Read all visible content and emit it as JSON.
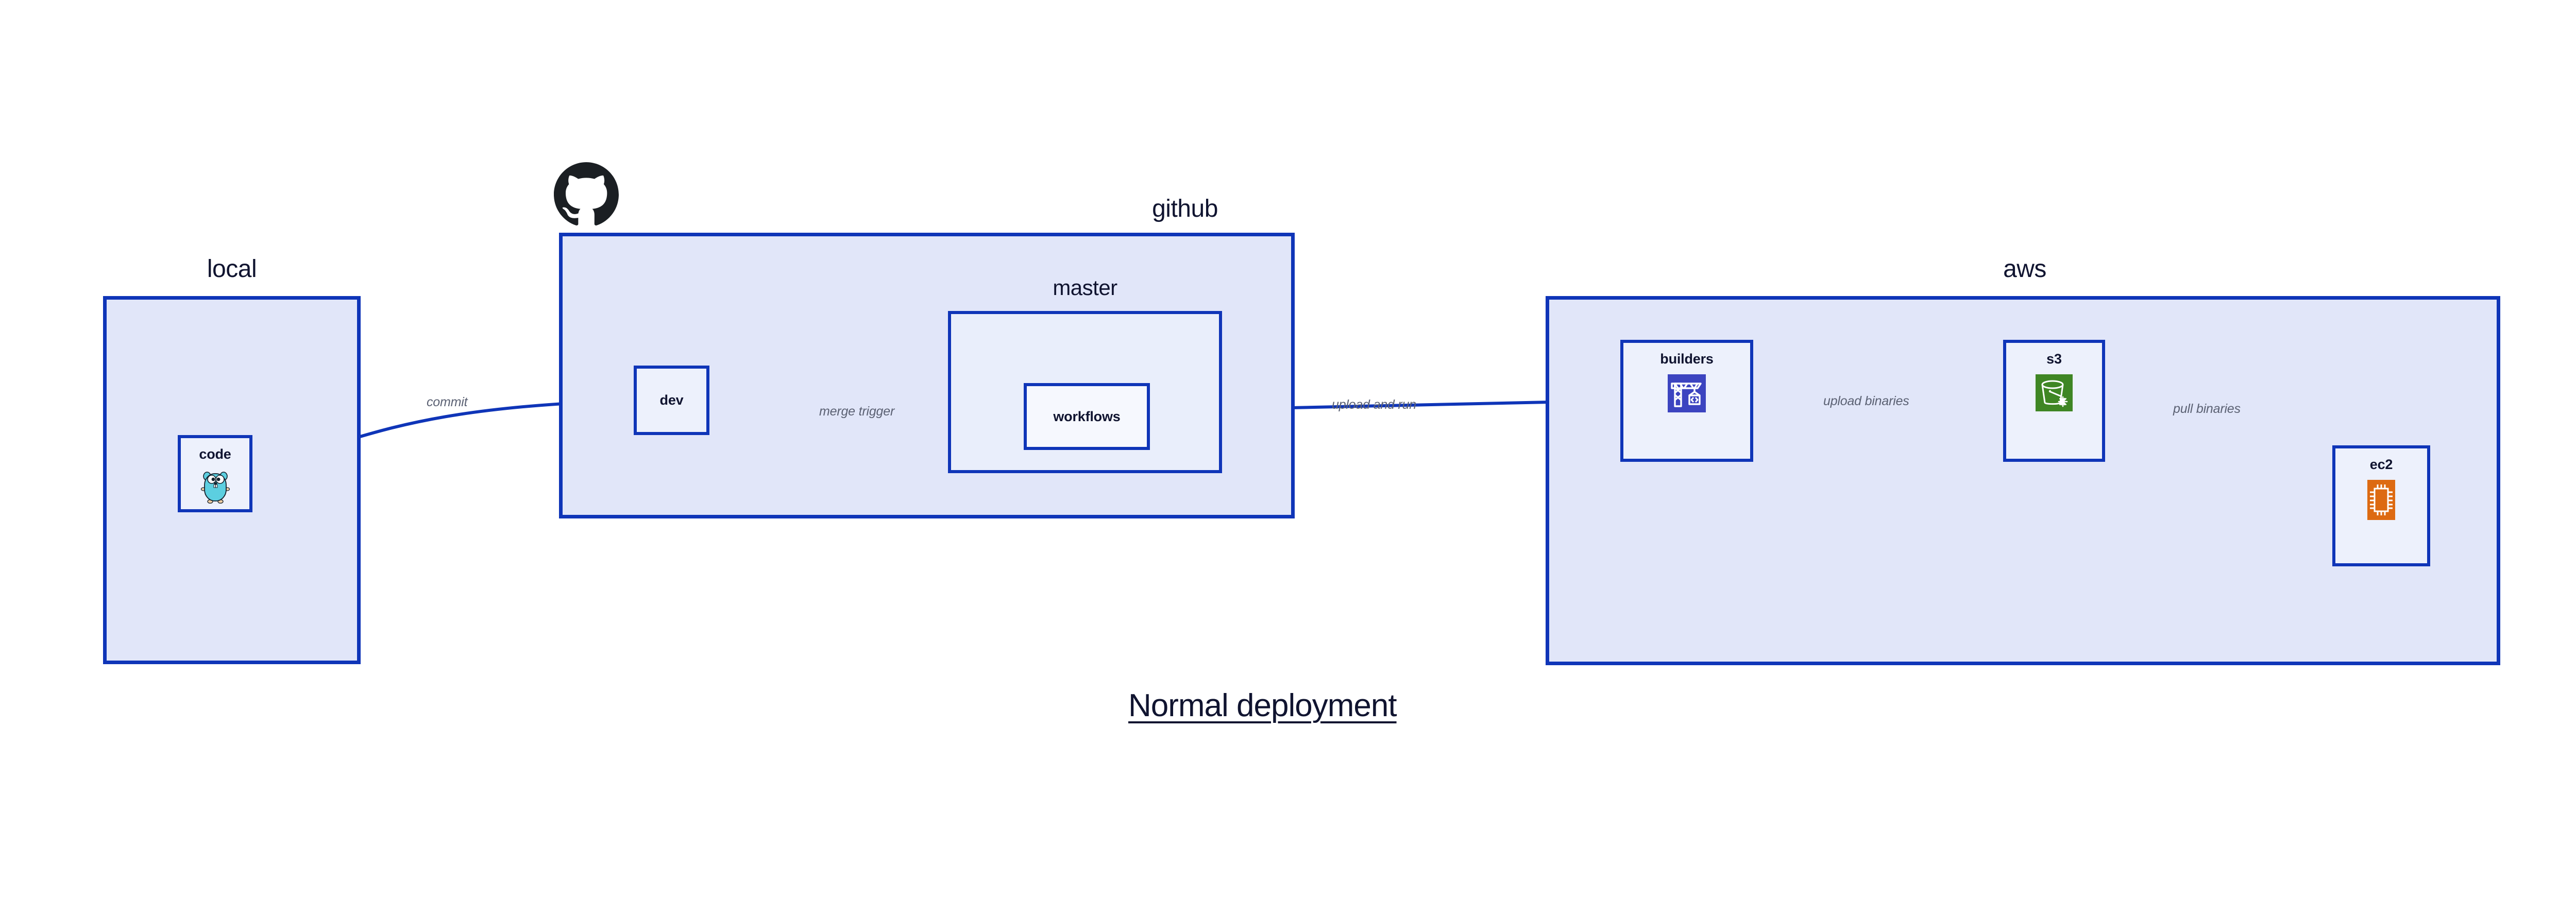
{
  "diagram": {
    "title": "Normal deployment",
    "accent_border": "#0f35b8",
    "group_fill": "#e1e6f9",
    "node_fill": "#edf1fc",
    "edge_label_color": "#5b6173",
    "text_color": "#101430"
  },
  "groups": {
    "local": {
      "label": "local",
      "nodes": {
        "code": {
          "label": "code",
          "icon": "go-gopher-icon"
        }
      }
    },
    "github": {
      "label": "github",
      "logo": "github-octocat-icon",
      "nodes": {
        "dev": {
          "label": "dev"
        }
      },
      "subgroups": {
        "master": {
          "label": "master",
          "nodes": {
            "workflows": {
              "label": "workflows"
            }
          }
        }
      }
    },
    "aws": {
      "label": "aws",
      "nodes": {
        "builders": {
          "label": "builders",
          "icon": "aws-codebuild-crane-icon",
          "icon_color": "#3c44c0"
        },
        "s3": {
          "label": "s3",
          "icon": "aws-s3-bucket-icon",
          "icon_color": "#3f8624"
        },
        "ec2": {
          "label": "ec2",
          "icon": "aws-ec2-chip-icon",
          "icon_color": "#dd6a12"
        }
      }
    }
  },
  "edges": [
    {
      "id": "commit",
      "label": "commit",
      "from": "code",
      "to": "dev"
    },
    {
      "id": "merge-trigger",
      "label": "merge trigger",
      "from": "dev",
      "to": "workflows"
    },
    {
      "id": "upload-and-run",
      "label": "upload and run",
      "from": "workflows",
      "to": "builders"
    },
    {
      "id": "upload-binaries",
      "label": "upload binaries",
      "from": "builders",
      "to": "s3"
    },
    {
      "id": "pull-binaries",
      "label": "pull binaries",
      "from": "s3",
      "to": "ec2"
    }
  ]
}
